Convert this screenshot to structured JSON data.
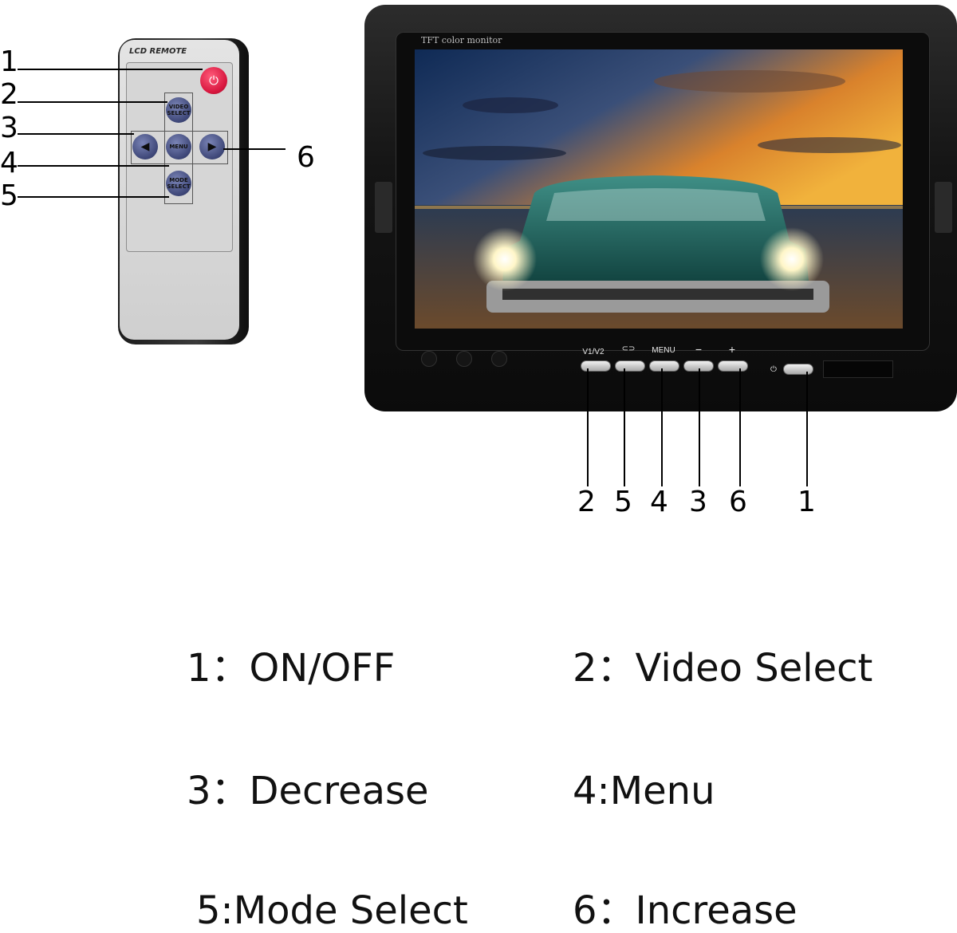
{
  "remote": {
    "title": "LCD REMOTE",
    "buttons": {
      "power": "⏻",
      "video_select": "VIDEO SELECT",
      "left": "◀",
      "menu": "MENU",
      "right": "▶",
      "mode_select": "MODE SELECT"
    },
    "callouts": [
      "1",
      "2",
      "3",
      "4",
      "5",
      "6"
    ]
  },
  "monitor": {
    "label": "TFT color monitor",
    "controls": {
      "v1v2": "V1/V2",
      "mode": "⊂⊃",
      "menu": "MENU",
      "minus": "−",
      "plus": "+",
      "power": "⏻"
    },
    "callouts": [
      "2",
      "5",
      "4",
      "3",
      "6",
      "1"
    ]
  },
  "legend": [
    "1：ON/OFF",
    "2：Video Select",
    "3：Decrease",
    "4:Menu",
    "5:Mode Select",
    "6：Increase"
  ]
}
